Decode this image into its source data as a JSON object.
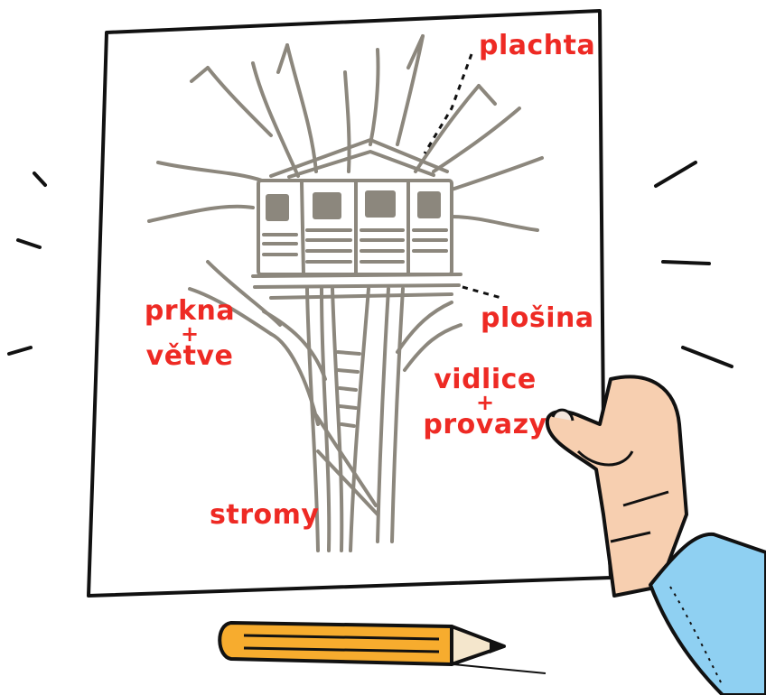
{
  "labels": {
    "plachta": "plachta",
    "plosina": "plošina",
    "prkna": "prkna",
    "plus": "+",
    "vetve": "větve",
    "vidlice": "vidlice",
    "provazy": "provazy",
    "stromy": "stromy"
  },
  "colors": {
    "label_red": "#ee2a24",
    "sketch_gray": "#8c877d",
    "ink": "#111111",
    "skin": "#f7cfb0",
    "sleeve": "#8fd0f2",
    "pencil": "#f7ac2e"
  },
  "icons": {
    "pencil": "pencil-icon",
    "hand": "hand-icon"
  }
}
